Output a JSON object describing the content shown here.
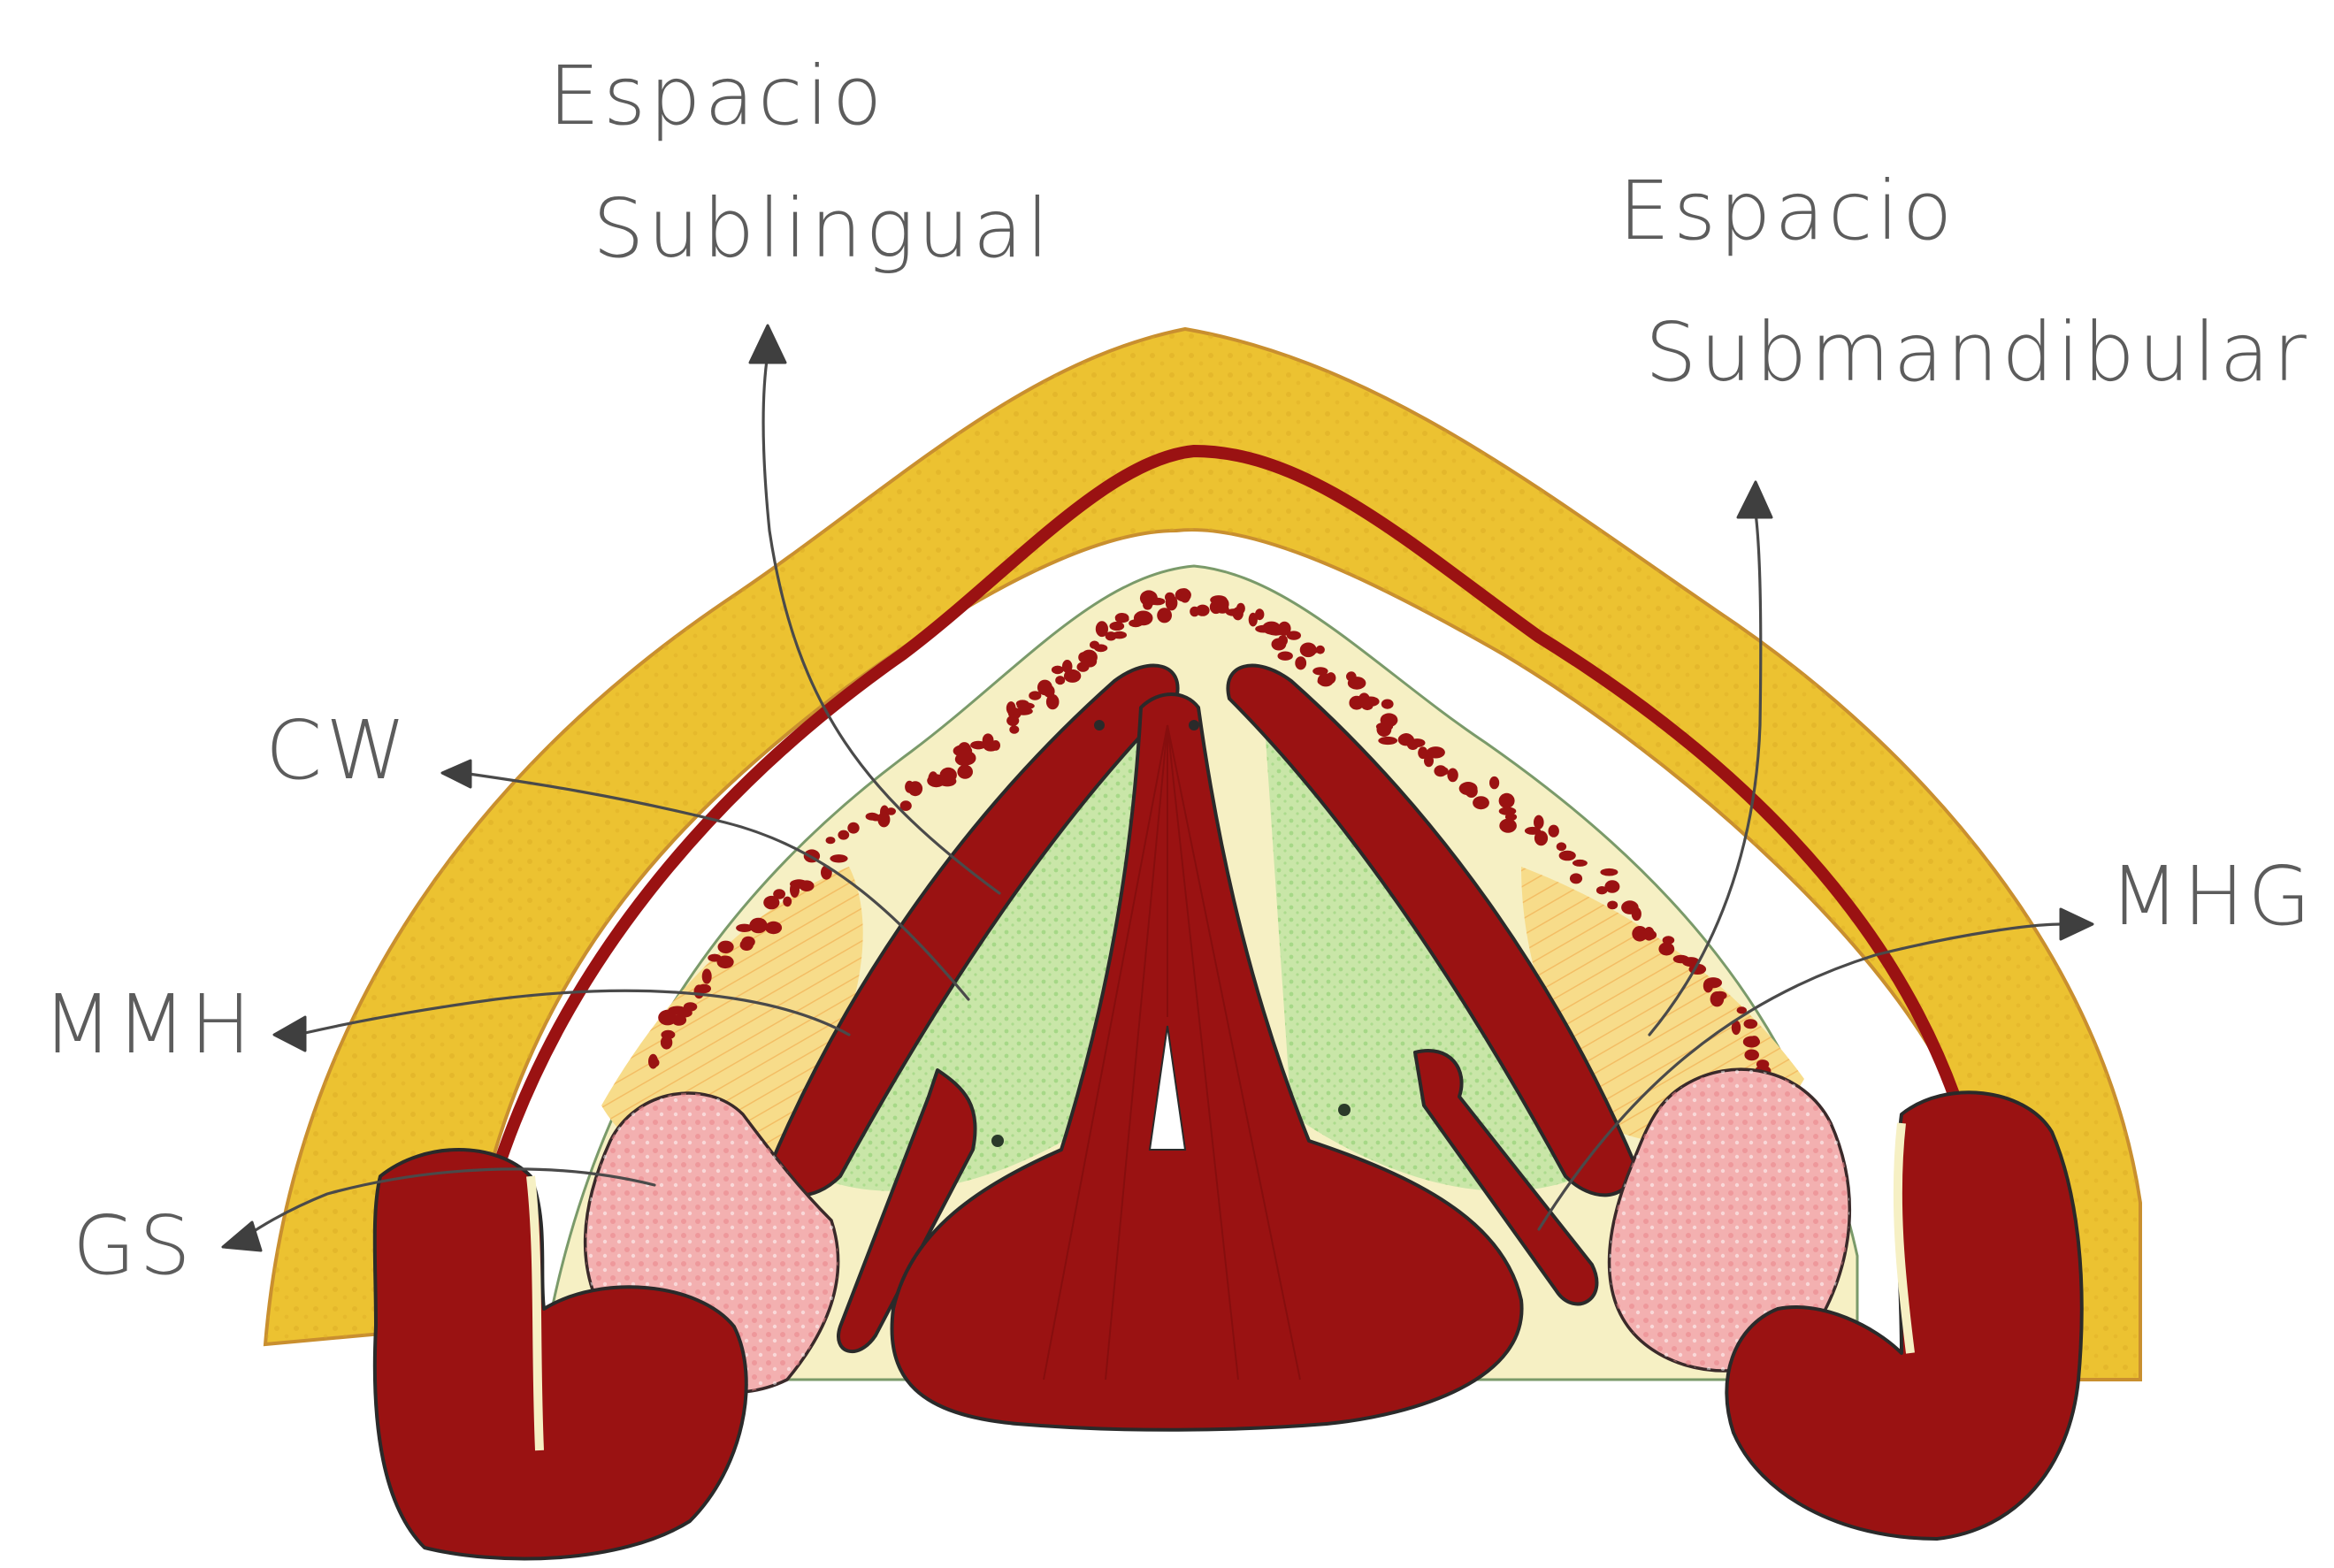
{
  "labels": {
    "sublingual_line1": "Espacio",
    "sublingual_line2": "Sublingual",
    "submandibular_line1": "Espacio",
    "submandibular_line2": "Submandibular",
    "cw": "CW",
    "mmh": "MMH",
    "gs": "GS",
    "mhg": "MHG"
  },
  "colors": {
    "fat": "#ecc231",
    "fat_outline": "#c98f2f",
    "muscle": "#9a1212",
    "sublingual_space": "#c9e6a8",
    "submandibular_space": "#f7dc8a",
    "gland": "#f3b0b0",
    "mucosa": "#f6f0c4",
    "ink": "#2a2a2a"
  }
}
